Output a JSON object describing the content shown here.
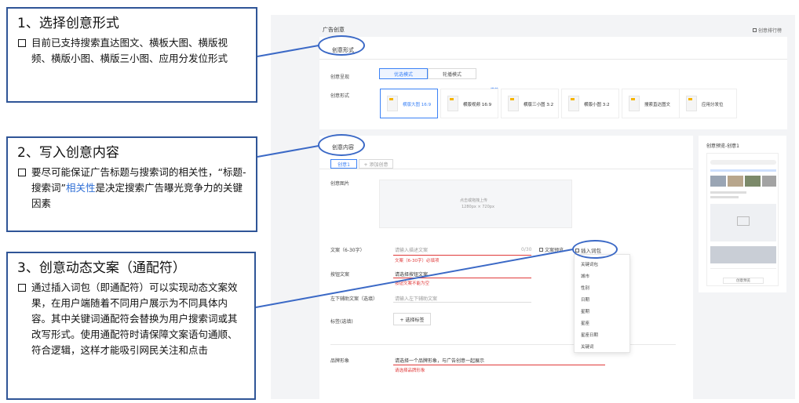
{
  "callouts": [
    {
      "title": "1、选择创意形式",
      "body": "目前已支持搜索直达图文、横板大图、横版视频、横版小图、横版三小图、应用分发位形式"
    },
    {
      "title": "2、写入创意内容",
      "body_before": "要尽可能保证广告标题与搜索词的相关性，“标题-搜索词”",
      "body_highlight": "相关性",
      "body_after": "是决定搜索广告曝光竞争力的关键因素"
    },
    {
      "title": "3、创意动态文案（通配符）",
      "body": "通过插入词包（即通配符）可以实现动态文案效果，在用户端随着不同用户展示为不同具体内容。其中关键词通配符会替换为用户搜索词或其改写形式。使用通配符时请保障文案语句通顺、符合逻辑，这样才能吸引网民关注和点击"
    }
  ],
  "screen": {
    "page_title": "广告创意",
    "top_right_link": "创意排行榜",
    "section1": {
      "title": "创意形式",
      "mode_label": "创意呈现",
      "modes": [
        "优选模式",
        "轮播模式"
      ],
      "format_label": "创意形式",
      "recommend_badge": "推荐",
      "formats": [
        "横版大图 16:9",
        "横版视频 16:9",
        "横版三小图 3:2",
        "横版小图 3:2",
        "搜索直达图文",
        "应用分发位"
      ]
    },
    "section2": {
      "title": "创意内容",
      "tabs": [
        "创意1",
        "+ 添加创意"
      ],
      "image_label": "创意图片",
      "upload_hint": "点击或拖拽上传",
      "upload_size": "1280px × 720px",
      "copy_label": "文案（6-30字）",
      "copy_placeholder": "请输入描述文案",
      "copy_count": "0/30",
      "copy_error": "文案（6-30字）必填项",
      "copy_preview_btn": "文案预览",
      "insert_wordpack_btn": "插入词包",
      "button_label": "按钮文案",
      "button_placeholder": "请选择按钮文案",
      "button_error": "按钮文案不能为空",
      "lower_left_label": "左下辅助文案（选填）",
      "lower_left_placeholder": "请输入左下辅助文案",
      "tags_label": "标签(选填)",
      "tags_button": "+ 选择标签",
      "brand_label": "品牌形象",
      "brand_placeholder": "请选择一个品牌形象，与广告创意一起展示",
      "brand_error": "请选择品牌形象"
    },
    "dropdown_items": [
      "关键词包",
      "城市",
      "性别",
      "日期",
      "星期",
      "星座",
      "星座日期",
      "关键词"
    ],
    "preview": {
      "title": "创意预览-创意1",
      "bottom_label": "创意预览"
    }
  },
  "colors": {
    "callout_border": "#2f5597",
    "ellipse": "#3b69c6",
    "accent": "#3b82f6",
    "error": "#e03a3a",
    "highlight": "#2f6fd6"
  }
}
